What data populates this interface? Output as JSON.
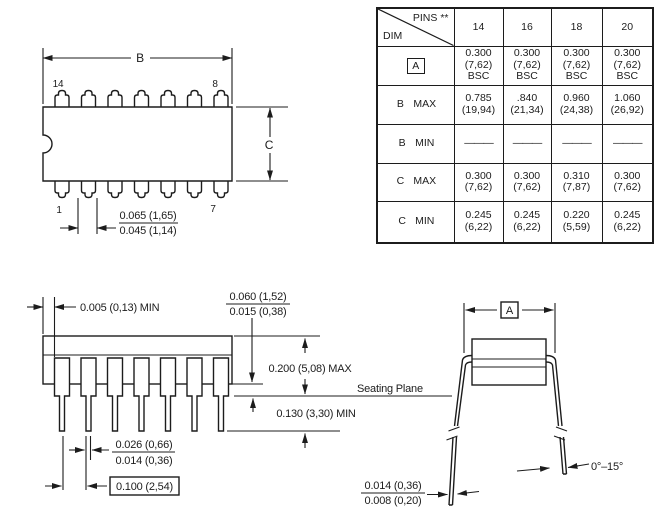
{
  "colors": {
    "ink": "#1c1c1c",
    "bg": "#ffffff"
  },
  "table": {
    "pins_label": "PINS **",
    "dim_label": "DIM",
    "columns": [
      "14",
      "16",
      "18",
      "20"
    ],
    "rows": [
      {
        "letter": "A",
        "qualifier": "",
        "values": [
          "0.300\n(7,62)\nBSC",
          "0.300\n(7,62)\nBSC",
          "0.300\n(7,62)\nBSC",
          "0.300\n(7,62)\nBSC"
        ]
      },
      {
        "letter": "B",
        "qualifier": "MAX",
        "values": [
          "0.785\n(19,94)",
          ".840\n(21,34)",
          "0.960\n(24,38)",
          "1.060\n(26,92)"
        ]
      },
      {
        "letter": "B",
        "qualifier": "MIN",
        "values": [
          "———",
          "———",
          "———",
          "———"
        ]
      },
      {
        "letter": "C",
        "qualifier": "MAX",
        "values": [
          "0.300\n(7,62)",
          "0.300\n(7,62)",
          "0.310\n(7,87)",
          "0.300\n(7,62)"
        ]
      },
      {
        "letter": "C",
        "qualifier": "MIN",
        "values": [
          "0.245\n(6,22)",
          "0.245\n(6,22)",
          "0.220\n(5,59)",
          "0.245\n(6,22)"
        ]
      }
    ]
  },
  "top_view": {
    "dim_b": "B",
    "dim_c": "C",
    "pin_tl": "14",
    "pin_tr": "8",
    "pin_bl": "1",
    "pin_br": "7",
    "lead_width_top": "0.065 (1,65)",
    "lead_width_bottom": "0.045 (1,14)"
  },
  "side_view": {
    "edge_min": "0.005 (0,13) MIN",
    "shoulder_top": "0.060 (1,52)",
    "shoulder_bottom": "0.015 (0,38)",
    "body_height": "0.200 (5,08) MAX",
    "seating_plane": "Seating Plane",
    "lead_below": "0.130 (3,30) MIN",
    "lead_w_top": "0.026 (0,66)",
    "lead_w_bottom": "0.014 (0,36)",
    "pitch": "0.100 (2,54)"
  },
  "end_view": {
    "dim_a": "A",
    "angle": "0°–15°",
    "lead_t_top": "0.014 (0,36)",
    "lead_t_bottom": "0.008 (0,20)"
  }
}
